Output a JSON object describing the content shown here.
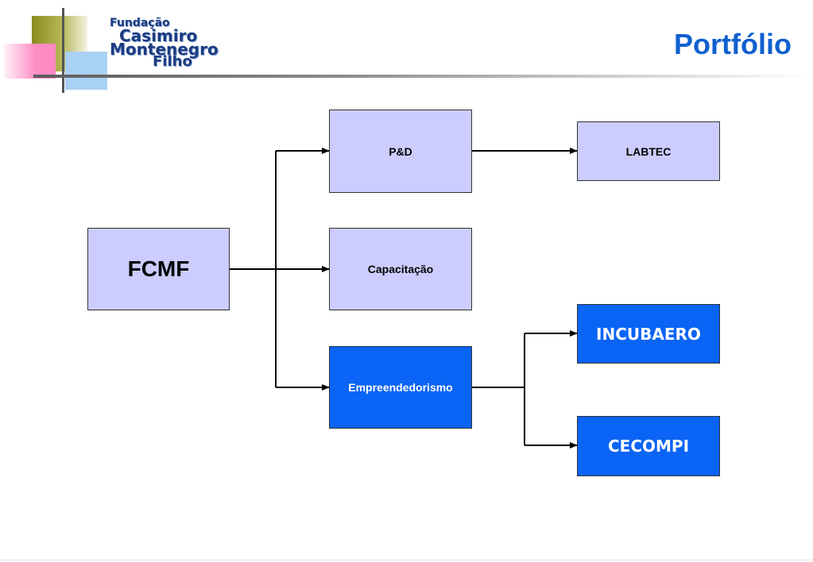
{
  "header": {
    "logo": {
      "line1": "Fundação",
      "line2": "Casimiro",
      "line3": "Montenegro",
      "line4": "Filho"
    },
    "title": "Portfólio"
  },
  "diagram": {
    "root": "FCMF",
    "branches": [
      "P&D",
      "Capacitação",
      "Empreendedorismo"
    ],
    "pd_child": "LABTEC",
    "empreendedorismo_children": [
      "INCUBAERO",
      "CECOMPI"
    ]
  },
  "colors": {
    "title": "#1060d0",
    "box_light": "#ccccff",
    "box_dark": "#0a64f5",
    "logo_text": "#1c3c80"
  }
}
